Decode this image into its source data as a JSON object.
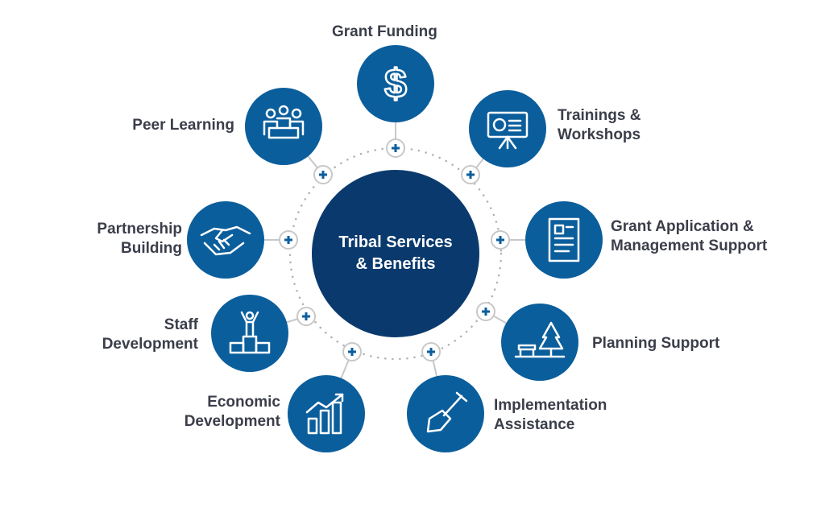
{
  "center": {
    "title": "Tribal Services\n& Benefits"
  },
  "colors": {
    "outer": "#0b5e9c",
    "center": "#0a3a6d",
    "plus": "#0b5e9c",
    "ring": "#c8c8c8",
    "text": "#3b3e4a"
  },
  "nodes": [
    {
      "label": "Grant Funding",
      "icon": "dollar-icon"
    },
    {
      "label": "Trainings &\nWorkshops",
      "icon": "presentation-icon"
    },
    {
      "label": "Grant Application &\nManagement Support",
      "icon": "document-icon"
    },
    {
      "label": "Planning Support",
      "icon": "park-icon"
    },
    {
      "label": "Implementation\nAssistance",
      "icon": "shovel-icon"
    },
    {
      "label": "Economic\nDevelopment",
      "icon": "bar-chart-icon"
    },
    {
      "label": "Staff\nDevelopment",
      "icon": "podium-icon"
    },
    {
      "label": "Partnership\nBuilding",
      "icon": "handshake-icon"
    },
    {
      "label": "Peer Learning",
      "icon": "meeting-icon"
    }
  ]
}
